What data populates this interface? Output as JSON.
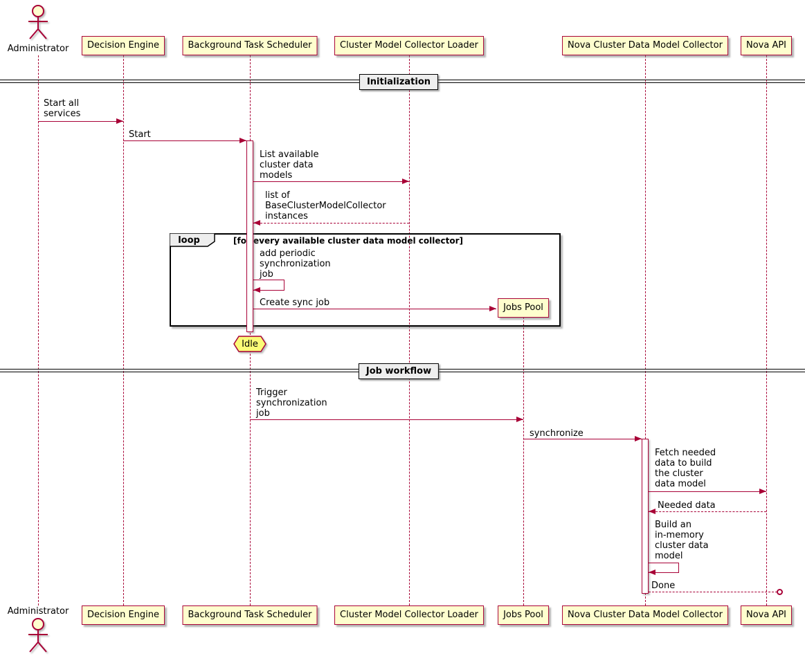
{
  "participants": {
    "administrator": "Administrator",
    "decision_engine": "Decision Engine",
    "background_task_scheduler": "Background Task Scheduler",
    "cluster_model_collector_loader": "Cluster Model Collector Loader",
    "jobs_pool": "Jobs Pool",
    "nova_cluster_data_model_collector": "Nova Cluster Data Model Collector",
    "nova_api": "Nova API"
  },
  "dividers": {
    "initialization": "Initialization",
    "job_workflow": "Job workflow"
  },
  "fragment": {
    "keyword": "loop",
    "condition": "[for every available cluster data model collector]"
  },
  "messages": {
    "start_all_services": "Start all\nservices",
    "start": "Start",
    "list_available_models": "List available\ncluster data\nmodels",
    "list_of_instances": "list of\nBaseClusterModelCollector\ninstances",
    "add_periodic_job": "add periodic\nsynchronization\njob",
    "create_sync_job": "Create sync job",
    "trigger_sync_job": "Trigger\nsynchronization\njob",
    "synchronize": "synchronize",
    "fetch_needed_data": "Fetch needed\ndata to build\nthe cluster\ndata model",
    "needed_data": "Needed data",
    "build_model": "Build an\nin-memory\ncluster data\nmodel",
    "done": "Done"
  },
  "notes": {
    "idle": "Idle"
  },
  "colors": {
    "accent": "#A80036",
    "participant_fill": "#FEFECE",
    "note_fill": "#FBFB77",
    "divider_fill": "#EEEEEE"
  }
}
